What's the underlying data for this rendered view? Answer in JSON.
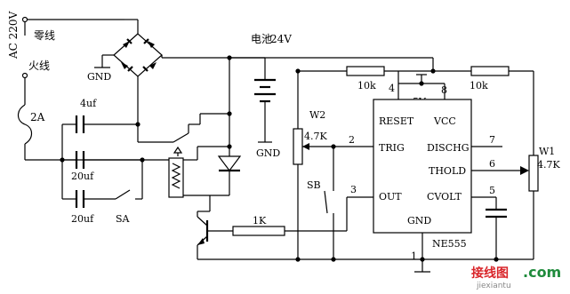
{
  "mains": {
    "voltage": "AC 220V",
    "neutral": "零线",
    "live": "火线",
    "fuse": "2A"
  },
  "bridge": {
    "ground": "GND"
  },
  "battery": {
    "label": "电池",
    "voltage": "24V",
    "ground": "GND"
  },
  "capacitors": {
    "c1": "4uf",
    "c2": "20uf",
    "c3": "20uf"
  },
  "switches": {
    "sa": "SA",
    "sb": "SB"
  },
  "resistors": {
    "r_top_left": "10k",
    "r_top_right": "10k",
    "r_base": "1K"
  },
  "pots": {
    "w2_name": "W2",
    "w2_value": "4.7K",
    "w1_name": "W1",
    "w1_value": "4.7K"
  },
  "ic": {
    "reset": "RESET",
    "vcc": "VCC",
    "trig": "TRIG",
    "dischg": "DISCHG",
    "thold": "THOLD",
    "out": "OUT",
    "cvolt": "CVOLT",
    "gnd": "GND",
    "part": "NE555",
    "pin_4": "4",
    "pin_8": "8",
    "pin_2": "2",
    "pin_7": "7",
    "pin_6": "6",
    "pin_3": "3",
    "pin_5": "5",
    "pin_1": "1",
    "supply": "5V"
  },
  "watermark": {
    "brand": "接线图",
    "domain": ".com",
    "site": "jiexiantu"
  },
  "colors": {
    "watermark_red": "#d9262b",
    "watermark_green": "#1f8b3c",
    "watermark_gray": "#888888"
  }
}
